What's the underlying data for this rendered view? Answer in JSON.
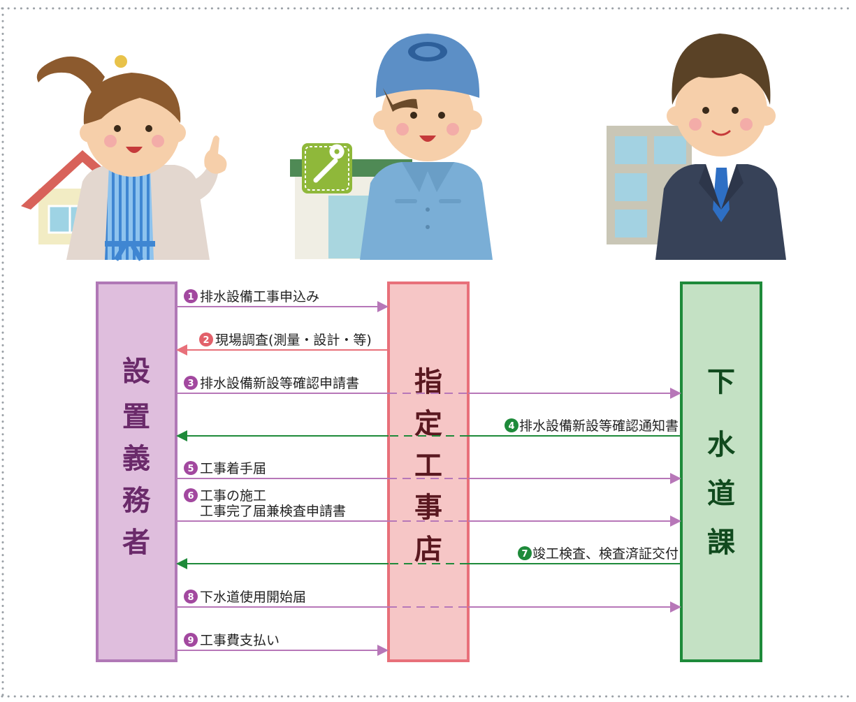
{
  "columns": [
    {
      "id": "owner",
      "label": "設置義務者",
      "fill": "#dfbedd",
      "stroke": "#b078b6",
      "text_color": "#6a2a6a"
    },
    {
      "id": "contractor",
      "label": "指定工事店",
      "fill": "#f6c6c6",
      "stroke": "#e8707a",
      "text_color": "#5a1820"
    },
    {
      "id": "sewer",
      "label": "下水道課",
      "fill": "#c4e1c4",
      "stroke": "#1e8a3a",
      "text_color": "#114a1e"
    }
  ],
  "messages": [
    {
      "num": "1",
      "lines": [
        "排水設備工事申込み"
      ],
      "from": "owner",
      "to": "contractor",
      "color": "#b777b8",
      "badge": "#a2489f"
    },
    {
      "num": "2",
      "lines": [
        "現場調査(測量・設計・等)"
      ],
      "from": "contractor",
      "to": "owner",
      "color": "#e8707a",
      "badge": "#e2606a"
    },
    {
      "num": "3",
      "lines": [
        "排水設備新設等確認申請書"
      ],
      "from": "owner",
      "to": "sewer",
      "color": "#b777b8",
      "badge": "#a2489f"
    },
    {
      "num": "4",
      "lines": [
        "排水設備新設等確認通知書"
      ],
      "from": "sewer",
      "to": "owner",
      "color": "#1e8a3a",
      "badge": "#1e8a3a"
    },
    {
      "num": "5",
      "lines": [
        "工事着手届"
      ],
      "from": "owner",
      "to": "sewer",
      "color": "#b777b8",
      "badge": "#a2489f"
    },
    {
      "num": "6",
      "lines": [
        "工事の施工",
        "工事完了届兼検査申請書"
      ],
      "from": "owner",
      "to": "sewer",
      "color": "#b777b8",
      "badge": "#a2489f"
    },
    {
      "num": "7",
      "lines": [
        "竣工検査、検査済証交付"
      ],
      "from": "sewer",
      "to": "owner",
      "color": "#1e8a3a",
      "badge": "#1e8a3a"
    },
    {
      "num": "8",
      "lines": [
        "下水道使用開始届"
      ],
      "from": "owner",
      "to": "sewer",
      "color": "#b777b8",
      "badge": "#a2489f"
    },
    {
      "num": "9",
      "lines": [
        "工事費支払い"
      ],
      "from": "owner",
      "to": "contractor",
      "color": "#b777b8",
      "badge": "#a2489f"
    }
  ],
  "illustrations": [
    {
      "name": "homeowner-woman-illustration",
      "icon": "woman-with-house"
    },
    {
      "name": "contractor-worker-illustration",
      "icon": "worker-with-shop-and-wrench"
    },
    {
      "name": "city-officer-illustration",
      "icon": "officer-with-building"
    }
  ],
  "border_color": "#9aa0a6"
}
